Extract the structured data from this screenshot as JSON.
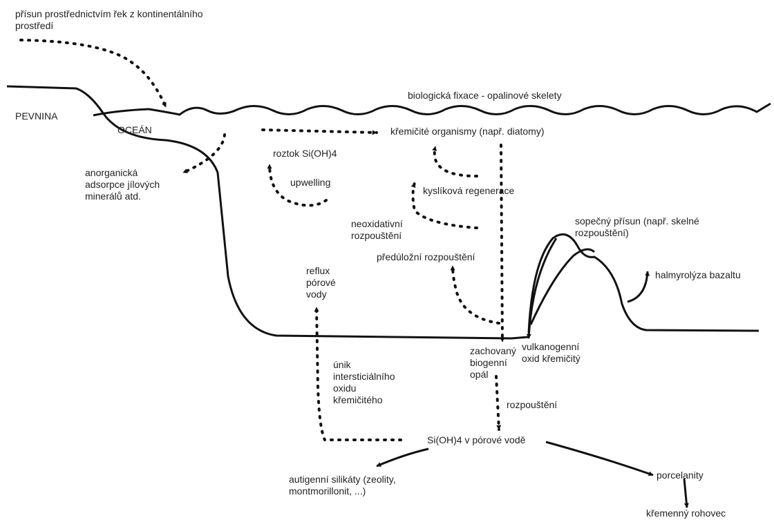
{
  "labels": {
    "river_input": "přísun prostřednictvím řek z kontinentálního\nprostředí",
    "biofix": "biologická fixace - opalinové skelety",
    "pevnina": "PEVNINA",
    "ocean": "OCEÁN",
    "organisms": "křemičité organismy (např. diatomy)",
    "solution": "roztok Si(OH)4",
    "inorganic": "anorganická\nadsorpce jílových\nminerálů atd.",
    "upwelling": "upwelling",
    "oxygen_regen": "kyslíková regenerace",
    "nonoxidative": "neoxidativní\nrozpouštění",
    "volcanic_input": "sopečný přísun (např. skelné\nrozpouštění)",
    "predeposit": "předúložní rozpouštění",
    "reflux": "reflux\npórové\nvody",
    "halmyrolysis": "halmyrolýza bazaltu",
    "preserved_opal": "zachovaný\nbiogenní\nopál",
    "volcanogenic": "vulkanogenní\noxid křemičitý",
    "escape": "únik\nintersticiálního\noxidu\nkřemičitého",
    "dissolution": "rozpouštění",
    "porewater": "Si(OH)4 v pórové vodě",
    "authigenic": "autigenní silikáty (zeolity,\nmontmorillonit, ...)",
    "porcelanite": "porcelanity",
    "quartz_chert": "křemenný rohovec"
  }
}
